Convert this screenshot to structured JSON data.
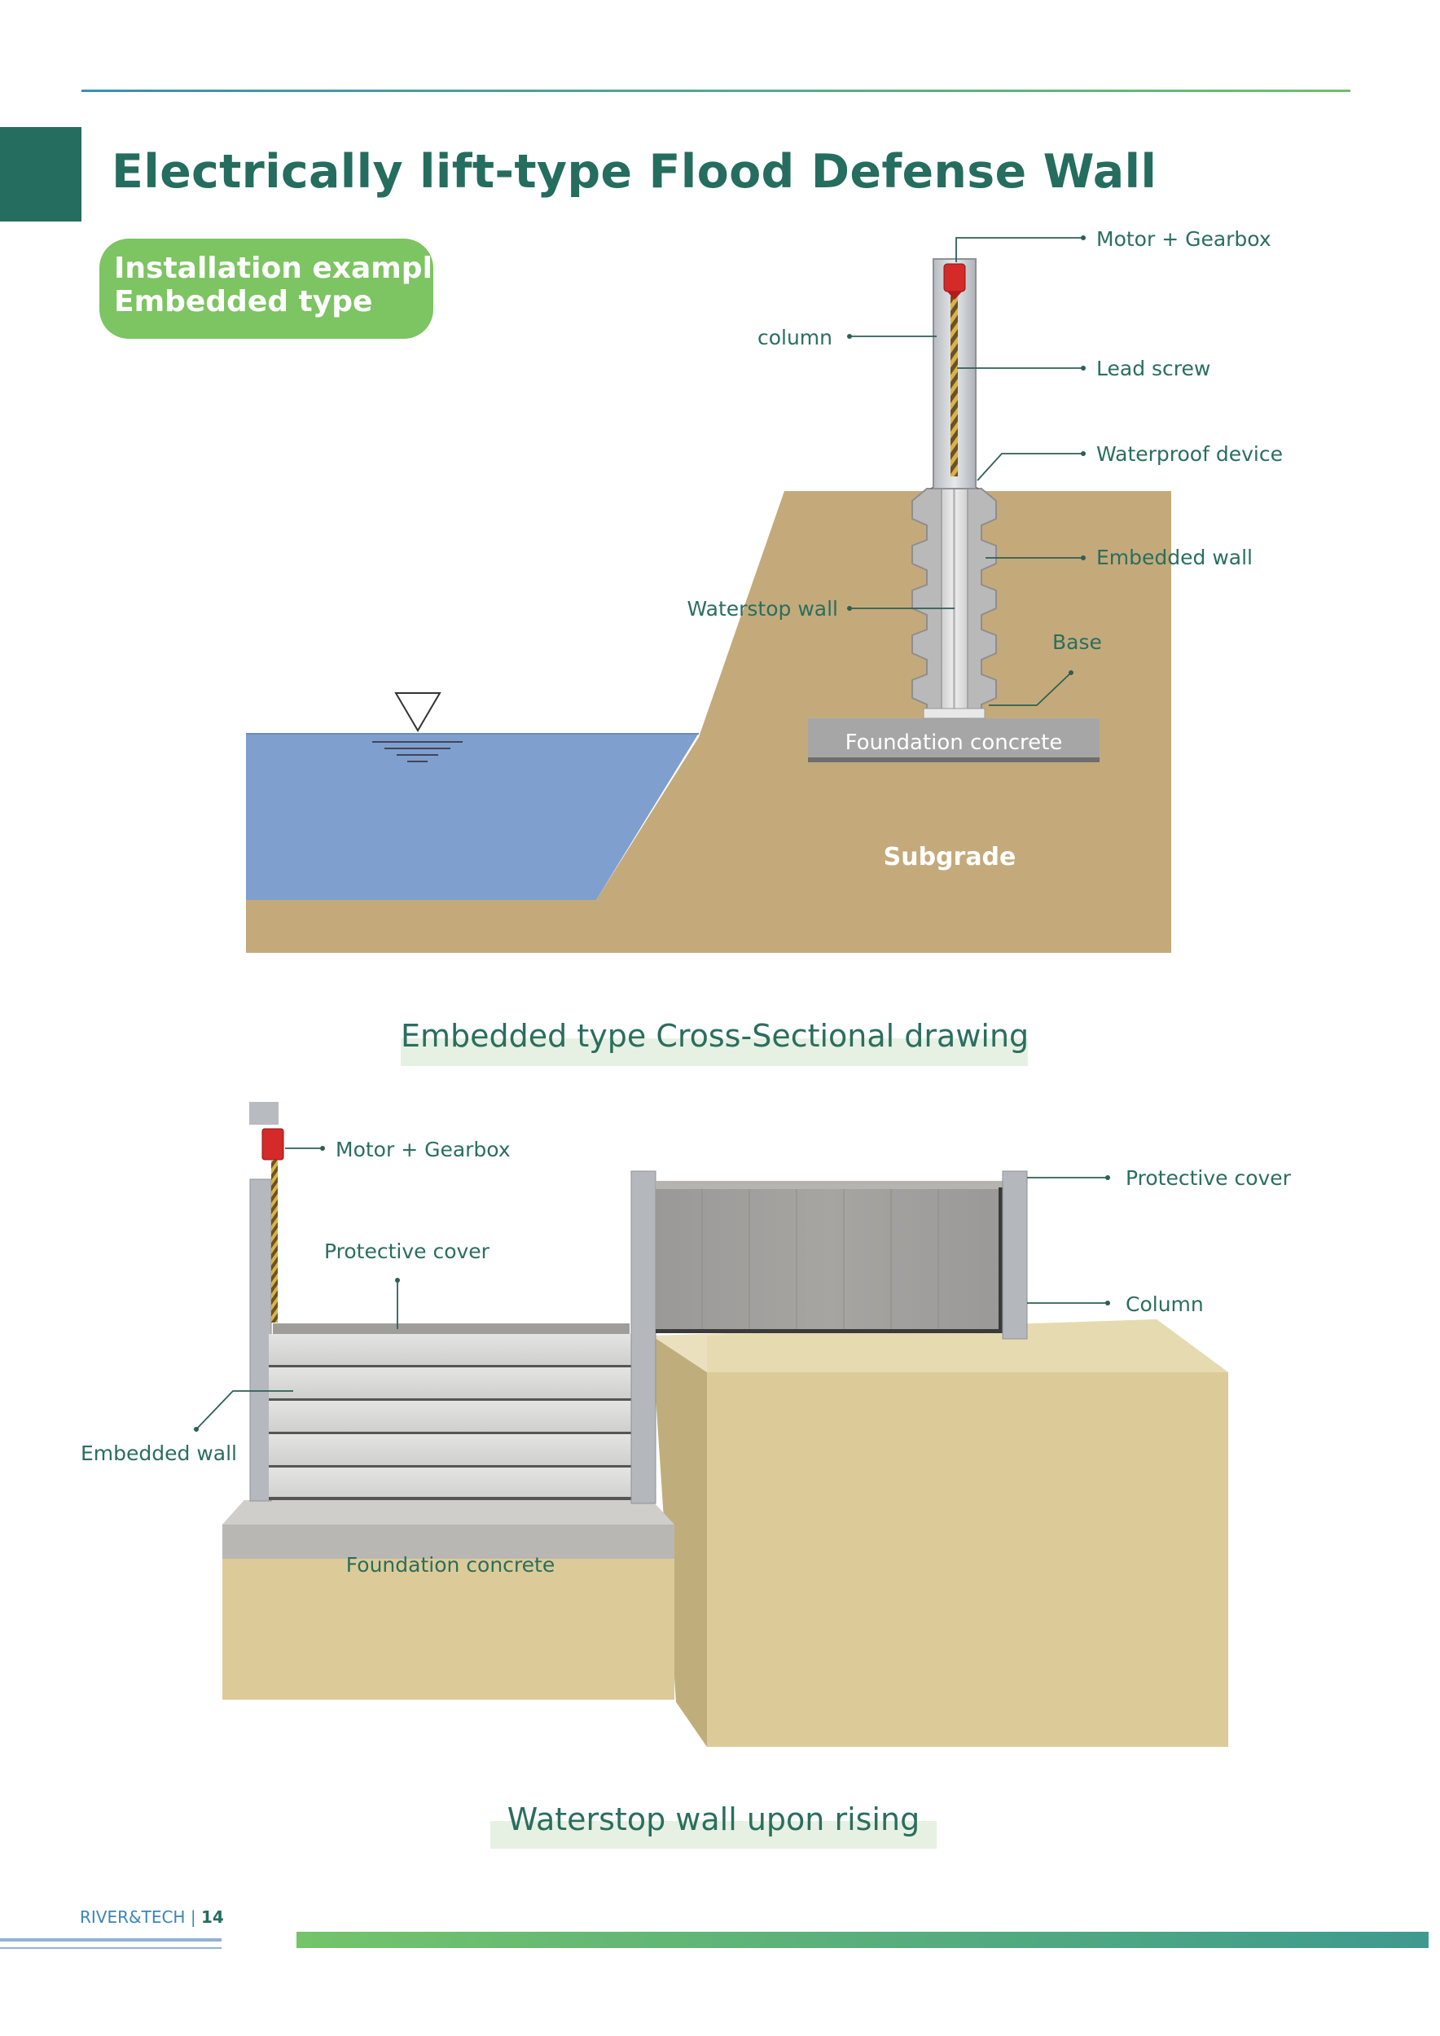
{
  "page": {
    "title": "Electrically lift-type Flood Defense Wall",
    "badge": [
      "Installation example",
      "Embedded type"
    ]
  },
  "cross_section": {
    "caption": "Embedded type Cross-Sectional drawing",
    "labels": {
      "motor_gearbox": "Motor + Gearbox",
      "column": "column",
      "lead_screw": "Lead screw",
      "waterproof_device": "Waterproof device",
      "embedded_wall": "Embedded wall",
      "waterstop_wall": "Waterstop wall",
      "base": "Base",
      "foundation_concrete": "Foundation concrete",
      "subgrade": "Subgrade"
    }
  },
  "rising_view": {
    "caption": "Waterstop wall upon rising",
    "labels": {
      "motor_gearbox": "Motor + Gearbox",
      "protective_cover_left": "Protective cover",
      "embedded_wall": "Embedded wall",
      "foundation_concrete": "Foundation concrete",
      "protective_cover_right": "Protective cover",
      "column": "Column"
    }
  },
  "footer": {
    "brand": "RIVER&TECH",
    "separator": "|",
    "page_number": "14"
  },
  "colors": {
    "brand_dark_green": "#256d5e",
    "badge_green": "#7dc462",
    "water": "#7f9fcf",
    "soil": "#c4aa7a",
    "sand": "#dccb98",
    "concrete": "#a8a8a8"
  }
}
